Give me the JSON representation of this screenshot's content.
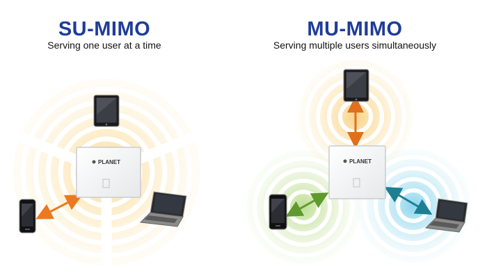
{
  "su_mimo": {
    "title": "SU-MIMO",
    "subtitle": "Serving one user at a time",
    "ap_brand": "PLANET",
    "ring_colors": [
      "#f5b52b",
      "#fde6b0"
    ],
    "arrow_color": "#ea7a21",
    "devices": [
      "tablet-icon",
      "smartphone-icon",
      "laptop-icon"
    ]
  },
  "mu_mimo": {
    "title": "MU-MIMO",
    "subtitle": "Serving multiple users simultaneously",
    "ap_brand": "PLANET",
    "ring_colors": {
      "tablet": "#f6b12a",
      "smartphone": "#8cc641",
      "laptop": "#34b6df"
    },
    "arrow_colors": {
      "tablet": "#e0701c",
      "smartphone": "#5f9a2e",
      "laptop": "#1e7f93"
    },
    "devices": [
      "tablet-icon",
      "smartphone-icon",
      "laptop-icon"
    ]
  }
}
